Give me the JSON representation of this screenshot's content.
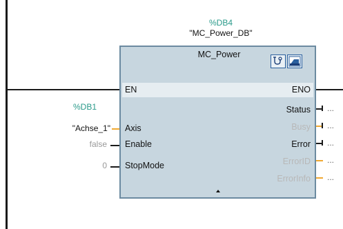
{
  "instance_db": {
    "address": "%DB4",
    "name": "\"MC_Power_DB\""
  },
  "block": {
    "type": "MC_Power",
    "toolbar": {
      "diagnostics_icon": "stethoscope-icon",
      "commissioning_icon": "axis-commissioning-icon"
    },
    "inputs": [
      {
        "name": "EN"
      },
      {
        "name": "Axis"
      },
      {
        "name": "Enable"
      },
      {
        "name": "StopMode"
      }
    ],
    "outputs": [
      {
        "name": "ENO",
        "connected": false
      },
      {
        "name": "Status",
        "placeholder": "..."
      },
      {
        "name": "Busy",
        "placeholder": "...",
        "greyed": true
      },
      {
        "name": "Error",
        "placeholder": "..."
      },
      {
        "name": "ErrorID",
        "placeholder": "...",
        "greyed": true
      },
      {
        "name": "ErrorInfo",
        "placeholder": "...",
        "greyed": true
      }
    ]
  },
  "axis_param": {
    "address": "%DB1",
    "name": "\"Achse_1\""
  },
  "enable_param": {
    "value": "false"
  },
  "stopmode_param": {
    "value": "0"
  },
  "colors": {
    "address": "#2a9a8a",
    "block_fill": "#c7d6df",
    "block_border": "#6b8aa0",
    "wire": "#1a1a1a",
    "stub": "#f0a830"
  }
}
